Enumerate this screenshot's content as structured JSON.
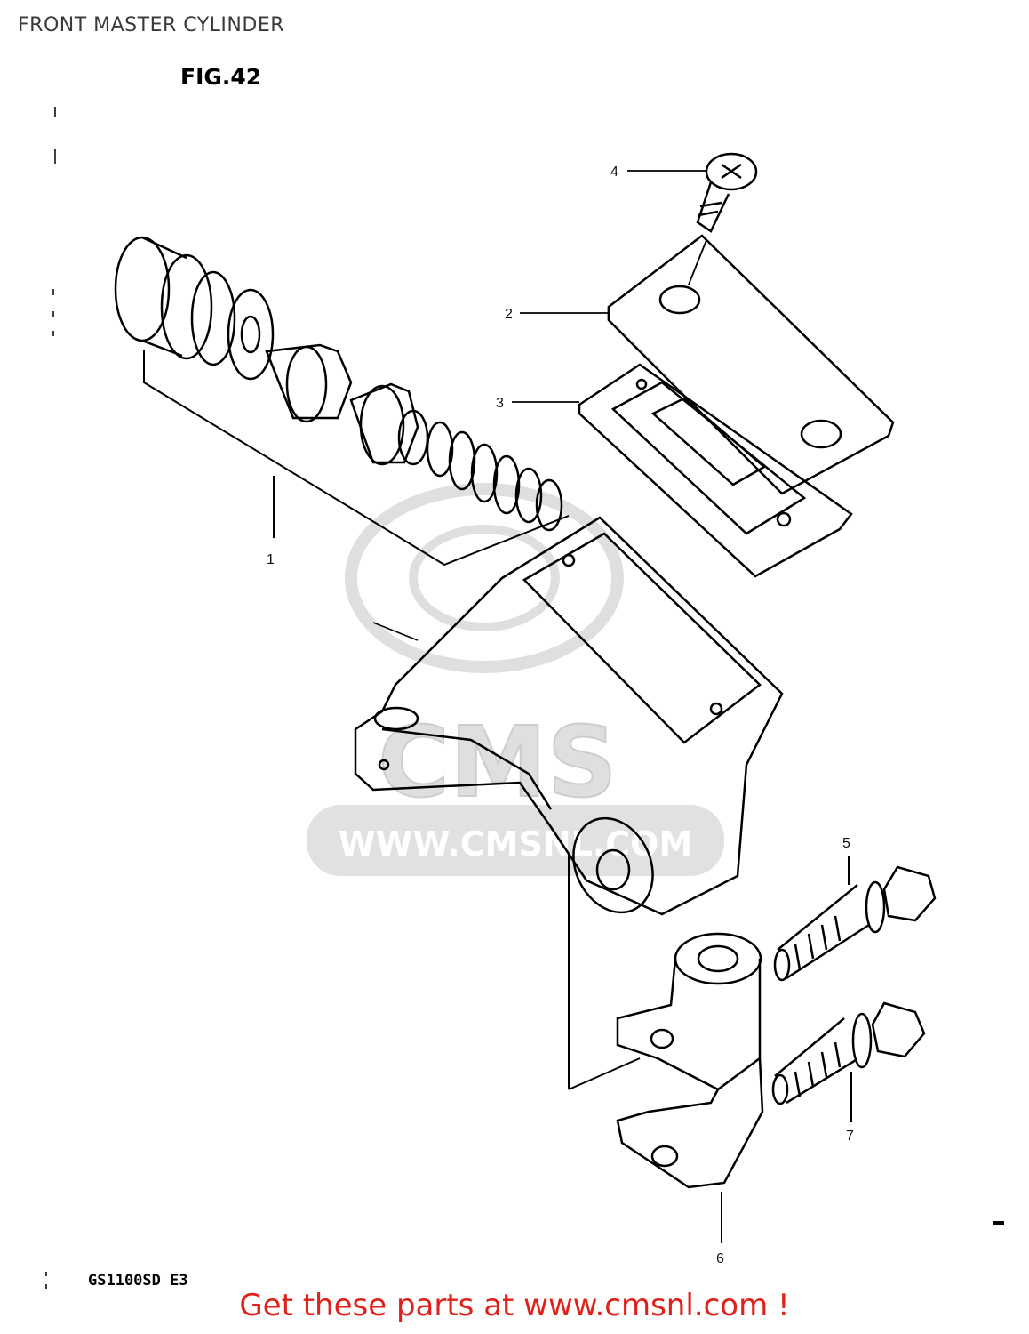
{
  "header": {
    "title": "FRONT MASTER CYLINDER"
  },
  "figure": {
    "label": "FIG.42",
    "model_code": "GS1100SD E3"
  },
  "callouts": [
    "1",
    "2",
    "3",
    "4",
    "5",
    "6",
    "7"
  ],
  "watermark": {
    "logo_text": "CMS",
    "url_text": "WWW.CMSNL.COM"
  },
  "footer": {
    "cta": "Get these parts at www.cmsnl.com !"
  },
  "colors": {
    "cta": "#e0201a",
    "line": "#000000",
    "watermark": "#d9d9d9"
  }
}
